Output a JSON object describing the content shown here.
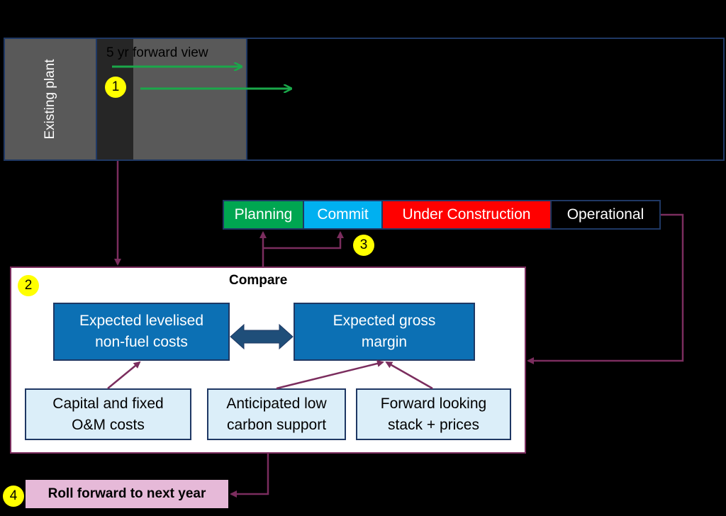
{
  "timeline": {
    "existing_label": "Existing plant",
    "forward_label": "5 yr forward view"
  },
  "steps": {
    "s1": "1",
    "s2": "2",
    "s3": "3",
    "s4": "4"
  },
  "stages": {
    "planning": "Planning",
    "commit": "Commit",
    "construction": "Under Construction",
    "operational": "Operational"
  },
  "compare": {
    "title": "Compare",
    "levelised_line1": "Expected levelised",
    "levelised_line2": "non-fuel costs",
    "gross_line1": "Expected gross",
    "gross_line2": "margin",
    "capital_line1": "Capital and fixed",
    "capital_line2": "O&M costs",
    "lowcarbon_line1": "Anticipated low",
    "lowcarbon_line2": "carbon support",
    "stack_line1": "Forward looking",
    "stack_line2": "stack + prices"
  },
  "roll_forward": "Roll forward to next year",
  "colors": {
    "planning": "#00a651",
    "commit": "#00b0f0",
    "construction": "#ff0000",
    "connector": "#7b2d5e",
    "forward_arrow": "#1aa84a",
    "step_marker": "#ffff00"
  }
}
